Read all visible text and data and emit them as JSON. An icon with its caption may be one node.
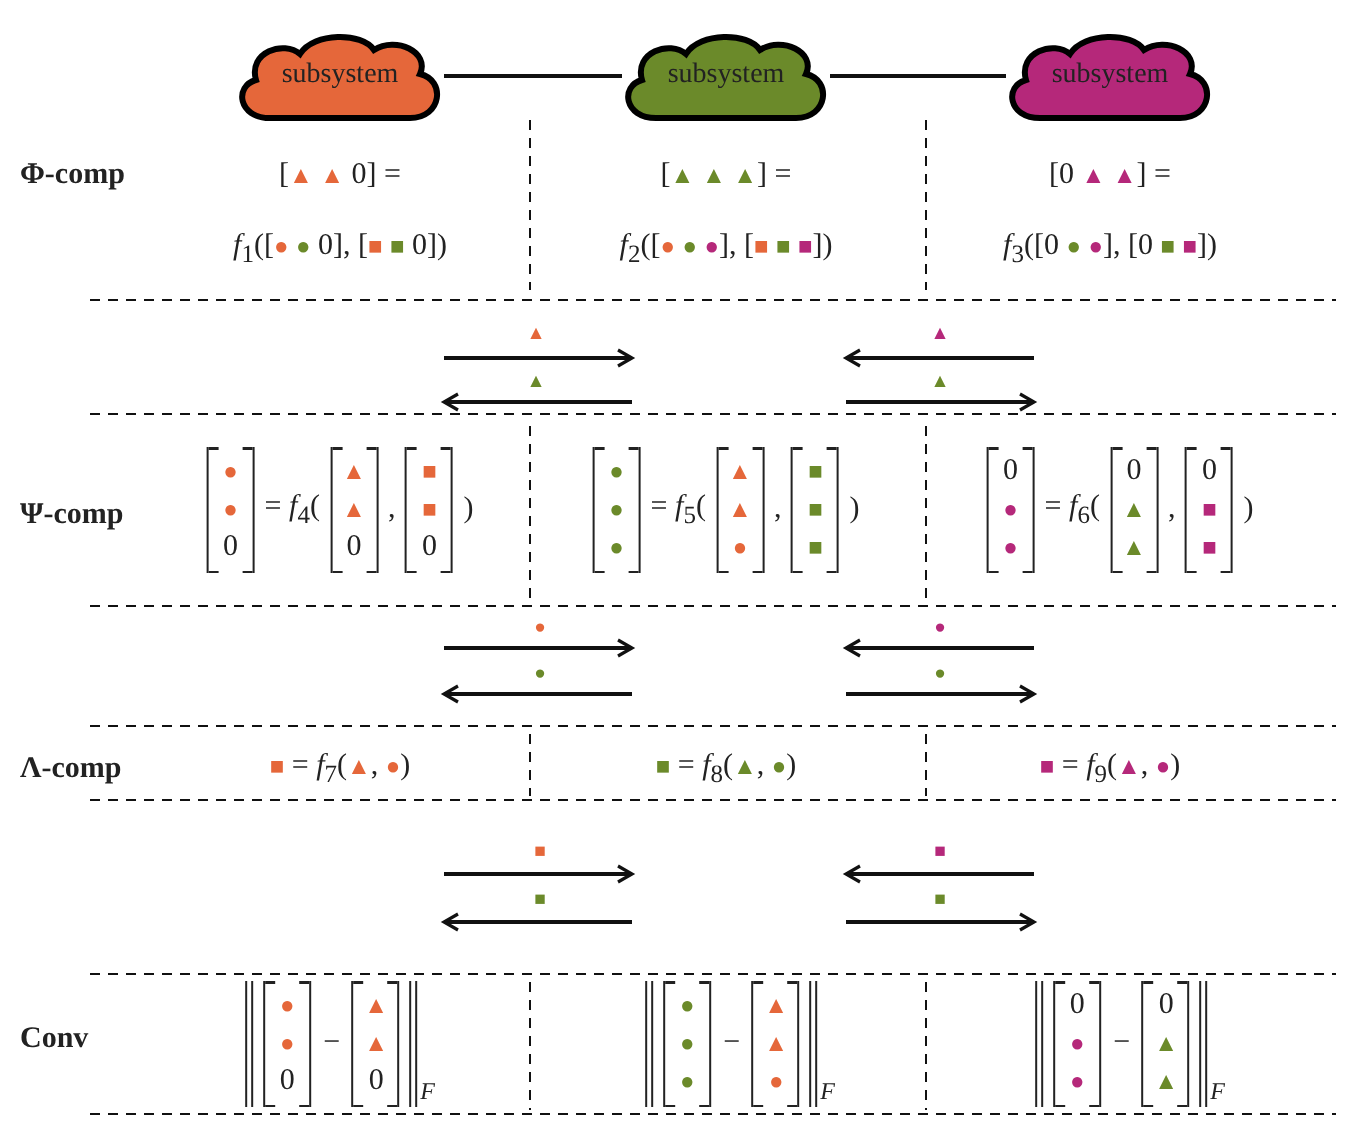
{
  "diagram": {
    "nodes": [
      {
        "text": [
          "subsystem"
        ]
      },
      {
        "text": [
          "subsystem"
        ]
      },
      {
        "text": [
          "subsystem"
        ]
      }
    ],
    "edges": [
      {
        "from": 0,
        "to": 1,
        "arrow": "none"
      },
      {
        "from": 1,
        "to": 2,
        "arrow": "none"
      }
    ],
    "labels": [
      "Φ-comp",
      "[▲ ▲ 0] =",
      "[▲ ▲ ▲] =",
      "[0 ▲ ▲] =",
      "*f*$_{1}$([● ● 0], [■ ■ 0])",
      "*f*$_{2}$([● ● ●], [■ ■ ■])",
      "*f*$_{3}$([0 ● ●], [0 ■ ■])",
      "▲",
      "▲",
      "▲",
      "▲",
      "Ψ-comp",
      "● ● 0",
      "= *f*$_{4}$(",
      "▲ ▲ 0",
      ",",
      "■ ■ 0",
      ")",
      "● ● ●",
      "= *f*$_{5}$(",
      "▲ ▲ ●",
      ",",
      "■ ■ ■",
      ")",
      "0 ● ●",
      "= *f*$_{6}$(",
      "0 ▲ ▲",
      ",",
      "0 ■ ■",
      ")",
      "●",
      "●",
      "●",
      "●",
      "Λ-comp",
      "■ = *f*$_{7}$(▲, ●)",
      "■ = *f*$_{8}$(▲, ●)",
      "■ = *f*$_{9}$(▲, ●)",
      "■",
      "■",
      "■",
      "■",
      "Conv",
      "● ● 0",
      "−",
      "▲ ▲ 0",
      "F",
      "● ● ●",
      "−",
      "▲ ▲ ●",
      "F",
      "0 ● ●",
      "−",
      "0 ▲ ▲",
      "F"
    ]
  }
}
